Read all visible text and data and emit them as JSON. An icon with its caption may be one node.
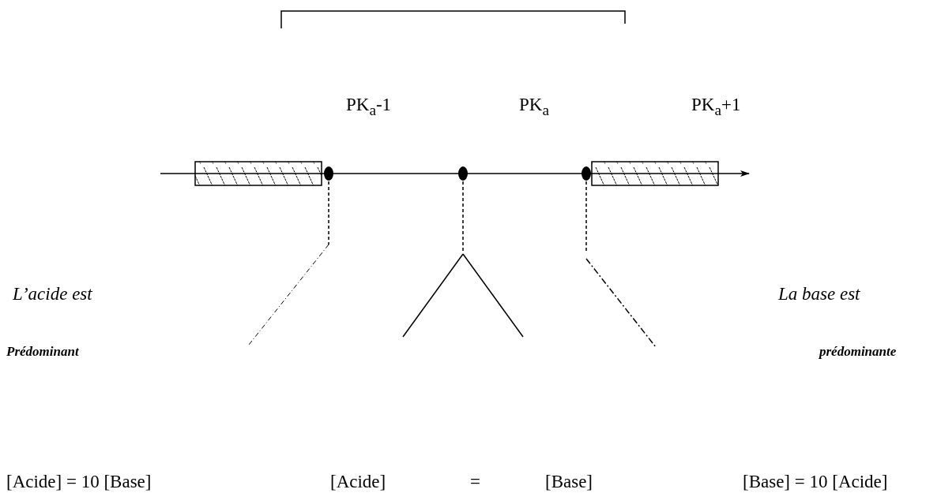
{
  "diagram": {
    "labels": [
      "PK$_{a}$-1",
      "PK$_{a}$",
      "PK$_{a}$+1",
      "L’acide est",
      "La base est",
      "Prédominant",
      "prédominante",
      "[Acide] = 10 [Base]",
      "[Acide]",
      "=",
      "[Base]",
      "[Base] = 10 [Acide]"
    ]
  }
}
